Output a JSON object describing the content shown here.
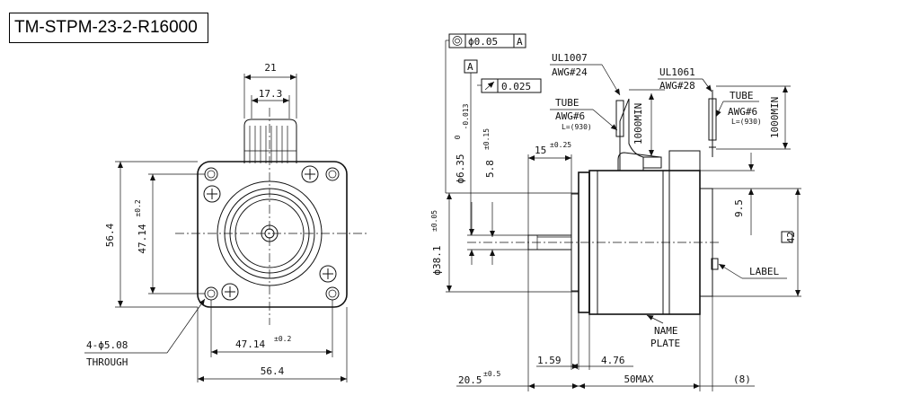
{
  "title": "TM-STPM-23-2-R16000",
  "front_view": {
    "dim_top_outer": "21",
    "dim_top_inner": "17.3",
    "dim_left_outer": "56.4",
    "dim_left_inner": "47.14",
    "dim_left_inner_tol": "±0.2",
    "dim_bottom_inner": "47.14",
    "dim_bottom_inner_tol": "±0.2",
    "dim_bottom_outer": "56.4",
    "hole_spec_line1": "4-ϕ5.08",
    "hole_spec_line2": "THROUGH"
  },
  "side_view": {
    "concentricity": "ϕ0.05",
    "concentricity_datum": "A",
    "datum_label": "A",
    "runout": "0.025",
    "shaft_dia": "ϕ6.35",
    "shaft_dia_tol_upper": "0",
    "shaft_dia_tol_lower": "-0.013",
    "flat_dim": "5.8",
    "flat_dim_tol": "±0.15",
    "shaft_len": "15",
    "shaft_len_tol": "±0.25",
    "pilot_dia": "ϕ38.1",
    "pilot_dia_tol": "±0.05",
    "wire1_type": "UL1007",
    "wire1_awg": "AWG#24",
    "wire2_type": "UL1061",
    "wire2_awg": "AWG#28",
    "tube1_label": "TUBE",
    "tube1_awg": "AWG#6",
    "tube1_len": "L=(930)",
    "lead1_len": "1000MIN",
    "tube2_label": "TUBE",
    "tube2_awg": "AWG#6",
    "tube2_len": "L=(930)",
    "lead2_len": "1000MIN",
    "dim_9_5": "9.5",
    "square": "42",
    "label_text": "LABEL",
    "nameplate_line1": "NAME",
    "nameplate_line2": "PLATE",
    "dim_1_59": "1.59",
    "dim_4_76": "4.76",
    "dim_20_5": "20.5",
    "dim_20_5_tol": "±0.5",
    "dim_50max": "50MAX",
    "dim_8": "(8)"
  }
}
